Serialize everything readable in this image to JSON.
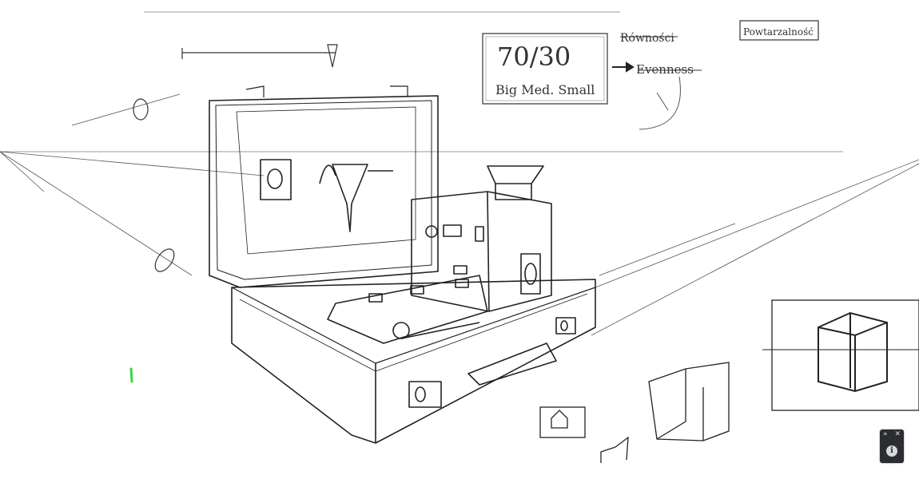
{
  "notes": {
    "ratio": "70/30",
    "sizes": "Big Med. Small",
    "word_struck_1": "Równości",
    "word_struck_2": "Evenness",
    "repetition": "Powtarzalność"
  },
  "panel": {
    "collapse_icon": "»",
    "close_icon": "✕",
    "info_icon": "i"
  },
  "colors": {
    "ink": "#222222",
    "accent_mark": "#3cd63c",
    "panel_bg": "#2b2d31"
  }
}
